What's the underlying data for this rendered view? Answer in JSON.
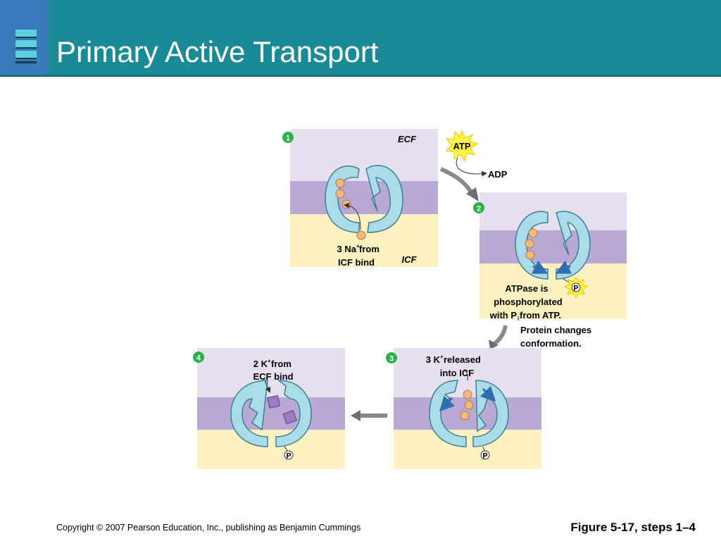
{
  "slide": {
    "title": "Primary Active Transport",
    "copyright": "Copyright © 2007 Pearson Education, Inc., publishing as Benjamin Cummings",
    "figure_ref": "Figure 5-17, steps 1–4"
  },
  "figure": {
    "ecf_label": "ECF",
    "icf_label": "ICF",
    "atp_label": "ATP",
    "adp_label": "ADP",
    "phosphate_label": "P",
    "steps": [
      {
        "number": "1",
        "caption_lines": [
          "3 Na",
          "ICF bind"
        ],
        "caption_sup": "+",
        "caption_tail": " from"
      },
      {
        "number": "2",
        "caption_lines": [
          "ATPase is",
          "phosphorylated",
          "with P",
          " from ATP."
        ],
        "caption_sub": "i",
        "note_lines": [
          "Protein changes",
          "conformation."
        ]
      },
      {
        "number": "3",
        "caption_lines": [
          "3 K",
          " released",
          "into ICF"
        ],
        "caption_sup": "+"
      },
      {
        "number": "4",
        "caption_lines": [
          "2 K",
          " from",
          "ECF bind"
        ],
        "caption_sup": "+"
      }
    ]
  },
  "colors": {
    "header": "#1a8a96",
    "ecf": "#e6e0ee",
    "membrane": "#b7a8d6",
    "icf": "#fcf2c0",
    "protein": "#a9dbe8",
    "protein_edge": "#3f7f96",
    "sodium": "#f3b87e",
    "potassium": "#9b7cc0",
    "step_badge": "#2ab24a"
  }
}
